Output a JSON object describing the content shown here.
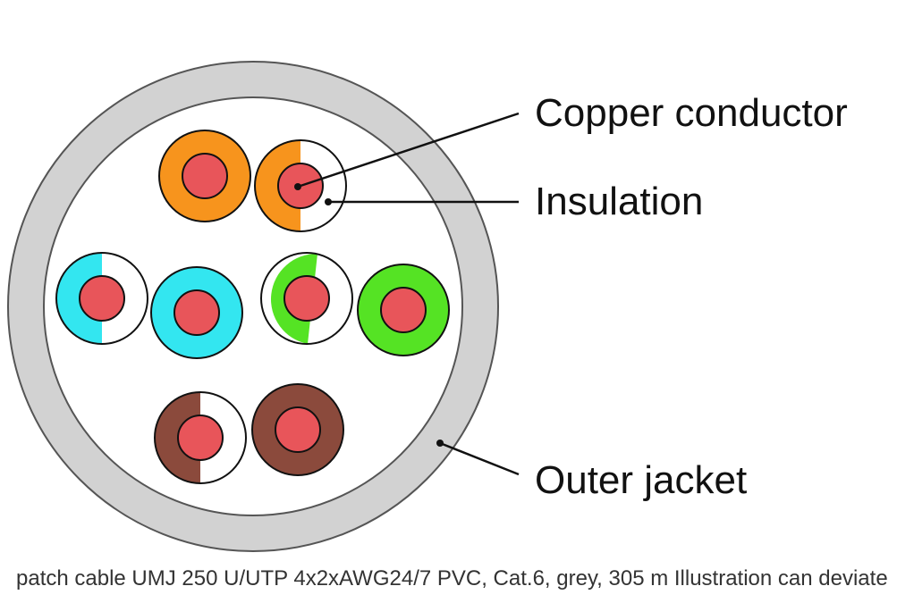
{
  "labels": {
    "conductor": "Copper conductor",
    "insulation": "Insulation",
    "jacket": "Outer jacket"
  },
  "caption": "patch cable UMJ 250 U/UTP 4x2xAWG24/7 PVC, Cat.6, grey, 305 m Illustration can deviate",
  "colors": {
    "jacket": "#d2d2d2",
    "copper": "#e8555a",
    "orange": "#f7941d",
    "blue": "#33e6f0",
    "green": "#55e324",
    "brown": "#8b4a3c",
    "outline": "#111111"
  },
  "wire_pairs": [
    {
      "pair": "orange",
      "wires": [
        {
          "insulation": "solid",
          "color": "orange"
        },
        {
          "insulation": "striped",
          "color": "orange"
        }
      ]
    },
    {
      "pair": "blue",
      "wires": [
        {
          "insulation": "striped",
          "color": "blue"
        },
        {
          "insulation": "solid",
          "color": "blue"
        }
      ]
    },
    {
      "pair": "green",
      "wires": [
        {
          "insulation": "striped",
          "color": "green"
        },
        {
          "insulation": "solid",
          "color": "green"
        }
      ]
    },
    {
      "pair": "brown",
      "wires": [
        {
          "insulation": "striped",
          "color": "brown"
        },
        {
          "insulation": "solid",
          "color": "brown"
        }
      ]
    }
  ]
}
